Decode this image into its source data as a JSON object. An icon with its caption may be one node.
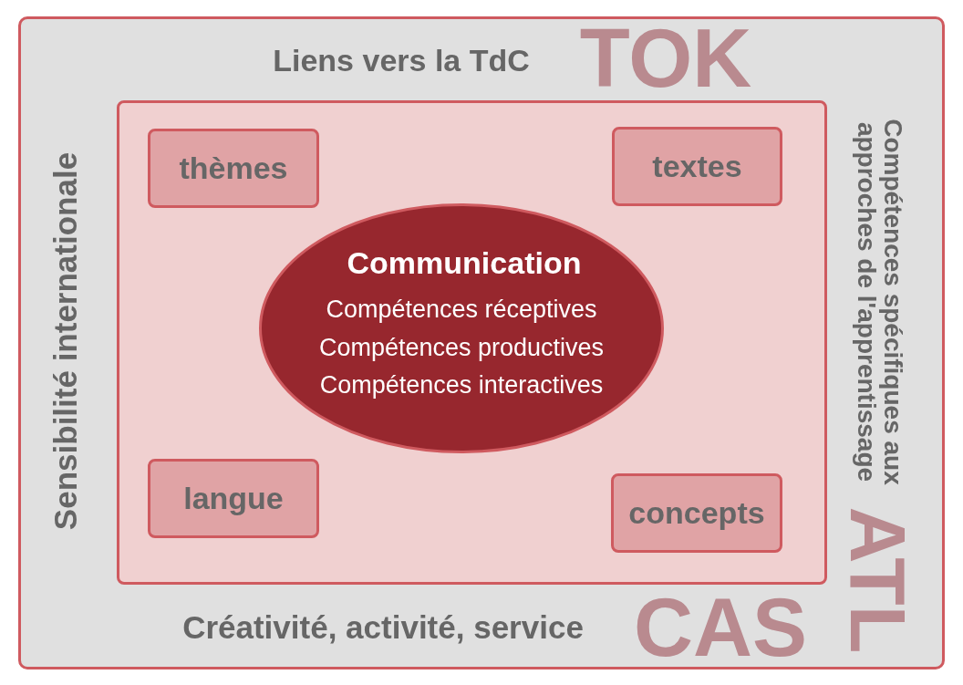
{
  "diagram": {
    "nodes": [
      {
        "text": [
          "Liens vers la TdC",
          "Sensibilité internationale",
          "Compétences spécifiques aux approches de l'apprentissage",
          "Créativité, activité, service"
        ]
      },
      {
        "text": [],
        "shape": "box",
        "in": 0
      },
      {
        "text": [
          "thèmes"
        ],
        "in": 1
      },
      {
        "text": [
          "textes"
        ],
        "in": 1
      },
      {
        "text": [
          "Communication",
          "Compétences réceptives",
          "Compétences productives",
          "Compétences interactives"
        ],
        "in": 1
      },
      {
        "text": [
          "langue"
        ],
        "in": 1
      },
      {
        "text": [
          "concepts"
        ],
        "in": 1
      }
    ],
    "labels": [
      "TOK",
      "ATL",
      "CAS"
    ]
  }
}
